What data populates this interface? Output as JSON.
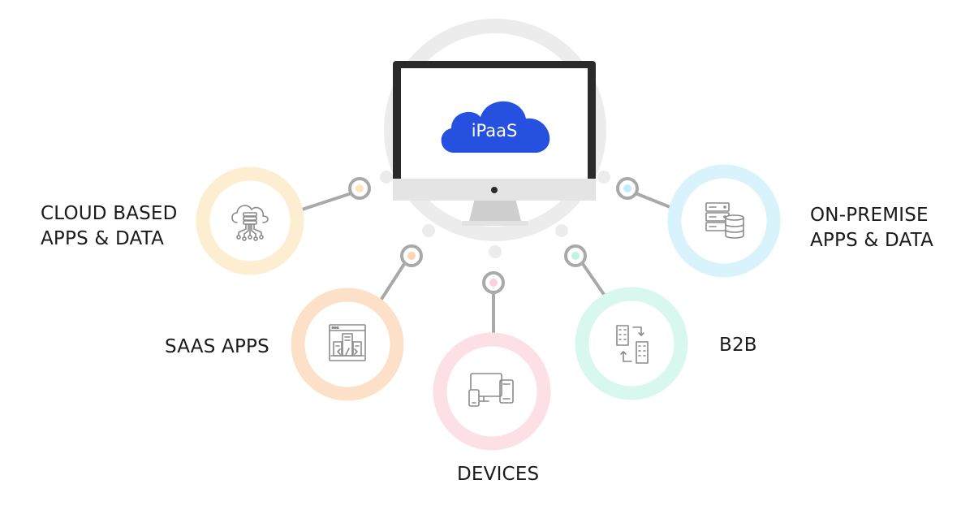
{
  "center": {
    "label": "iPaaS",
    "cloud_color": "#2550e0"
  },
  "nodes": [
    {
      "id": "cloud",
      "label_lines": [
        "CLOUD BASED",
        "APPS & DATA"
      ],
      "icon": "cloud-server-icon",
      "ring_color": "#fdeed2",
      "dot_color": "#fde6be"
    },
    {
      "id": "saas",
      "label_lines": [
        "SAAS APPS"
      ],
      "icon": "saas-building-code-icon",
      "ring_color": "#fde0c8",
      "dot_color": "#fbd3b4"
    },
    {
      "id": "devices",
      "label_lines": [
        "DEVICES"
      ],
      "icon": "devices-icon",
      "ring_color": "#fde0e6",
      "dot_color": "#fbd1dc"
    },
    {
      "id": "b2b",
      "label_lines": [
        "B2B"
      ],
      "icon": "buildings-exchange-icon",
      "ring_color": "#d8f7ee",
      "dot_color": "#c2f2e4"
    },
    {
      "id": "onprem",
      "label_lines": [
        "ON-PREMISE",
        "APPS & DATA"
      ],
      "icon": "server-database-icon",
      "ring_color": "#d8f3fb",
      "dot_color": "#c2ecf8"
    }
  ],
  "colors": {
    "hub_ring": "#ececec",
    "connector": "#a9a9a9",
    "icon_stroke": "#8a8a8a",
    "monitor": "#2b2b2b"
  }
}
